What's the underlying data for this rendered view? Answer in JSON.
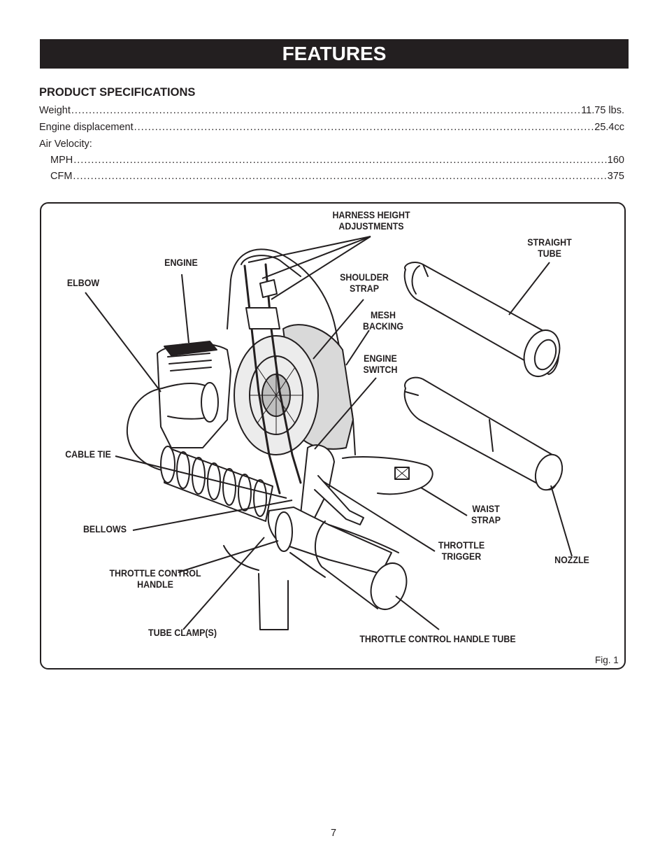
{
  "header": {
    "title": "FEATURES"
  },
  "specs": {
    "title": "PRODUCT SPECIFICATIONS",
    "weight": {
      "label": "Weight",
      "value": "11.75 lbs."
    },
    "engine_displacement": {
      "label": "Engine displacement",
      "value": "25.4cc"
    },
    "air_velocity": {
      "label": "Air Velocity:"
    },
    "mph": {
      "label": "MPH",
      "value": "160"
    },
    "cfm": {
      "label": "CFM",
      "value": "375"
    }
  },
  "figure": {
    "caption": "Fig. 1",
    "callouts": {
      "harness": [
        "HARNESS HEIGHT",
        "ADJUSTMENTS"
      ],
      "straight_tube": [
        "STRAIGHT",
        "TUBE"
      ],
      "engine": "ENGINE",
      "elbow": "ELBOW",
      "shoulder_strap": [
        "SHOULDER",
        "STRAP"
      ],
      "mesh_backing": [
        "MESH",
        "BACKING"
      ],
      "engine_switch": [
        "ENGINE",
        "SWITCH"
      ],
      "cable_tie": "CABLE TIE",
      "waist_strap": [
        "WAIST",
        "STRAP"
      ],
      "bellows": "BELLOWS",
      "throttle_trigger": [
        "THROTTLE",
        "TRIGGER"
      ],
      "nozzle": "NOZZLE",
      "throttle_control_handle": [
        "THROTTLE CONTROL",
        "HANDLE"
      ],
      "tube_clamps": "TUBE CLAMP(S)",
      "throttle_control_handle_tube": "THROTTLE CONTROL HANDLE TUBE"
    }
  },
  "footer": {
    "page_number": "7"
  }
}
